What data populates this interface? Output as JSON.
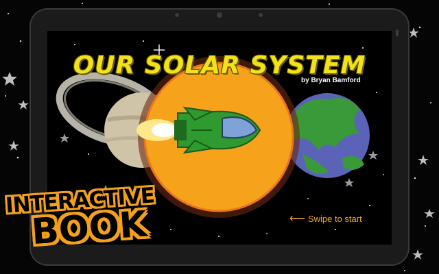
{
  "book": {
    "title": "OUR SOLAR SYSTEM",
    "author": "by Bryan Bamford"
  },
  "navigation": {
    "swipe_hint": "Swipe to start",
    "arrow_icon": "left-arrow-icon"
  },
  "badge": {
    "line1": "INTERACTIVE",
    "line2": "BOOK"
  },
  "colors": {
    "title": "#f3e21a",
    "accent": "#f5a623",
    "badge": "#f4a01a",
    "sun": "#f6a21a",
    "earth_ocean": "#5b63b8",
    "earth_land": "#3a9a3a",
    "rocket": "#2f9a2f"
  }
}
